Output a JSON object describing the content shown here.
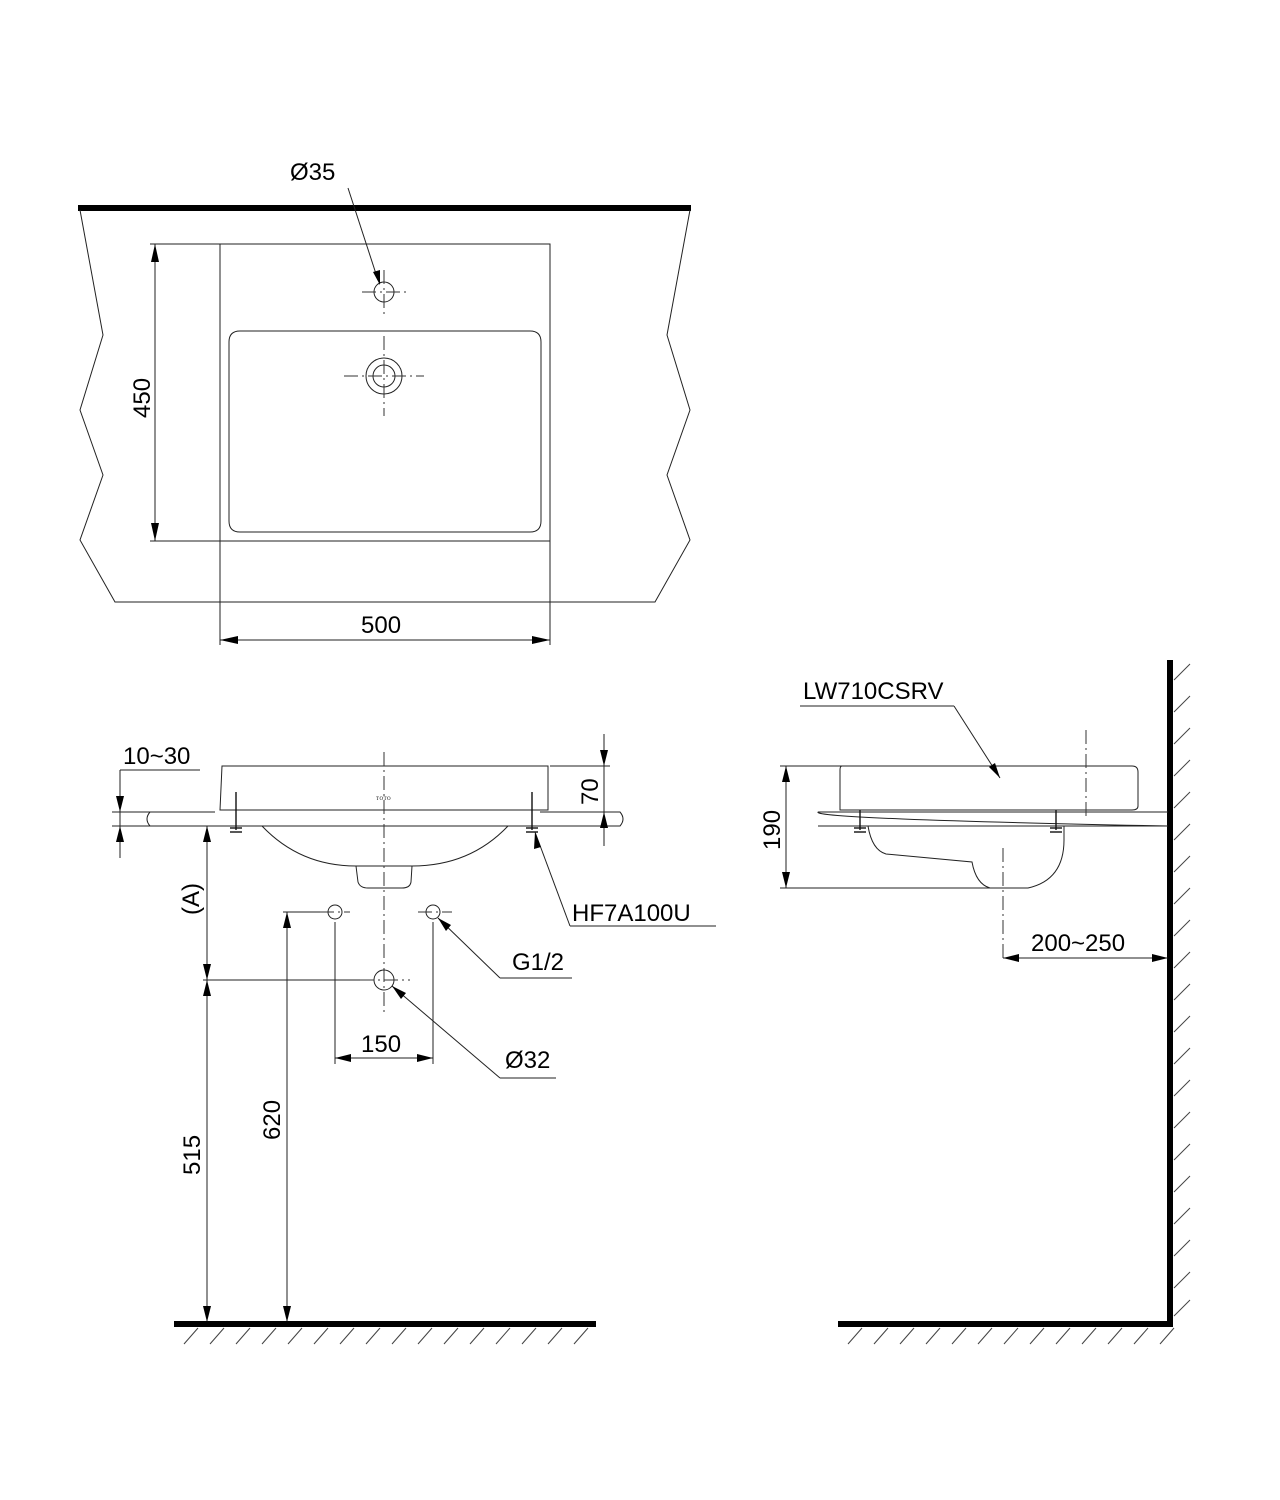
{
  "drawing": {
    "labels": {
      "tap_hole": "Ø35",
      "depth": "450",
      "width": "500",
      "counter_thickness": "10~30",
      "bowl_rim_height": "70",
      "mounting_clip": "HF7A100U",
      "height_a": "(A)",
      "supply_thread": "G1/2",
      "supply_spacing": "150",
      "waste": "Ø32",
      "waste_height": "515",
      "supply_height": "620",
      "model": "LW710CSRV",
      "total_height": "190",
      "wall_distance": "200~250"
    },
    "logo": "TOTO"
  }
}
